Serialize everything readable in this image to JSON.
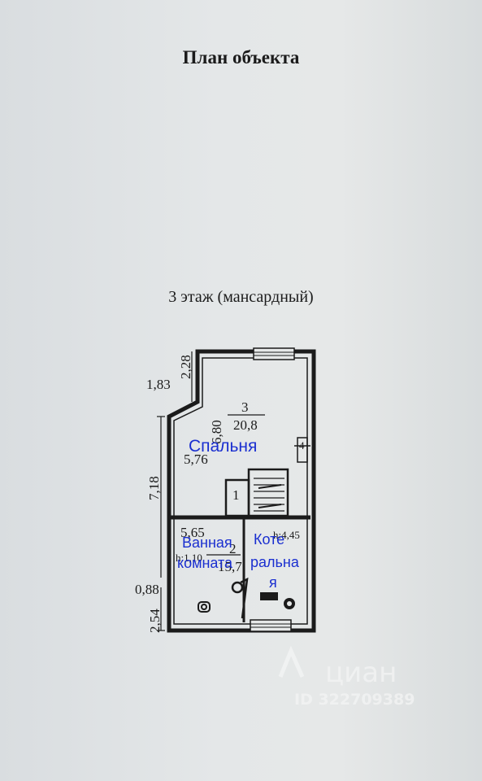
{
  "page_title": "План объекта",
  "floor_title": "3 этаж (мансардный)",
  "dimensions": {
    "top_vertical": "2,28",
    "top_left": "1,83",
    "left_side": "7,18",
    "bottom_left_upper": "0,88",
    "bottom_left_lower": "2,54",
    "room3_number": "3",
    "room3_area": "20,8",
    "room3_height": "6,80",
    "room3_width": "5,76",
    "room2_width": "5,65",
    "room2_number": "2",
    "room2_area": "15,7",
    "room2_height_note": "h:1,10",
    "right_height_note": "h:4,45",
    "room1_number": "1",
    "room4_number": "4"
  },
  "labels": {
    "bedroom": "Спальня",
    "bathroom_line1": "Ванная",
    "bathroom_line2": "комната",
    "boiler_line1": "Коте",
    "boiler_line2": "ральна",
    "boiler_line3": "я"
  },
  "watermark": {
    "logo": "циан",
    "id": "ID 322709389"
  },
  "colors": {
    "label_blue": "#1a2fd0",
    "plan_line": "#1b1b1b",
    "paper": "#e4e7e8"
  }
}
